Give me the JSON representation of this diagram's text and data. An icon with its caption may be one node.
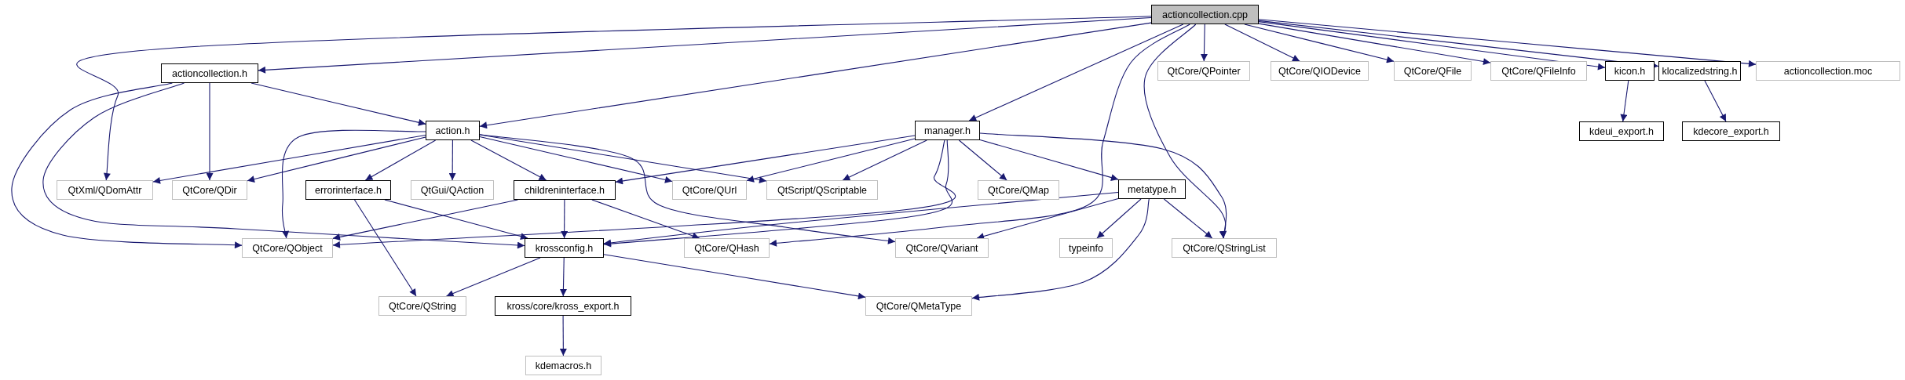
{
  "diagram": {
    "nodes": [
      {
        "text": [
          "actioncollection.cpp"
        ]
      },
      {
        "text": [
          "actioncollection.h"
        ]
      },
      {
        "text": [
          "action.h"
        ]
      },
      {
        "text": [
          "manager.h"
        ]
      },
      {
        "text": [
          "QtCore/QPointer"
        ]
      },
      {
        "text": [
          "QtCore/QIODevice"
        ]
      },
      {
        "text": [
          "QtCore/QFile"
        ]
      },
      {
        "text": [
          "QtCore/QFileInfo"
        ]
      },
      {
        "text": [
          "kicon.h"
        ]
      },
      {
        "text": [
          "klocalizedstring.h"
        ]
      },
      {
        "text": [
          "actioncollection.moc"
        ]
      },
      {
        "text": [
          "kdeui_export.h"
        ]
      },
      {
        "text": [
          "kdecore_export.h"
        ]
      },
      {
        "text": [
          "QtXml/QDomAttr"
        ]
      },
      {
        "text": [
          "QtCore/QDir"
        ]
      },
      {
        "text": [
          "errorinterface.h"
        ]
      },
      {
        "text": [
          "QtGui/QAction"
        ]
      },
      {
        "text": [
          "childreninterface.h"
        ]
      },
      {
        "text": [
          "QtCore/QUrl"
        ]
      },
      {
        "text": [
          "QtScript/QScriptable"
        ]
      },
      {
        "text": [
          "QtCore/QMap"
        ]
      },
      {
        "text": [
          "metatype.h"
        ]
      },
      {
        "text": [
          "QtCore/QObject"
        ]
      },
      {
        "text": [
          "krossconfig.h"
        ]
      },
      {
        "text": [
          "QtCore/QHash"
        ]
      },
      {
        "text": [
          "QtCore/QVariant"
        ]
      },
      {
        "text": [
          "typeinfo"
        ]
      },
      {
        "text": [
          "QtCore/QStringList"
        ]
      },
      {
        "text": [
          "QtCore/QString"
        ]
      },
      {
        "text": [
          "kross/core/kross_export.h"
        ]
      },
      {
        "text": [
          "QtCore/QMetaType"
        ]
      },
      {
        "text": [
          "kdemacros.h"
        ]
      }
    ],
    "edges": [
      {
        "from": 0,
        "to": 1,
        "arrow": "to"
      },
      {
        "from": 0,
        "to": 13,
        "arrow": "to"
      },
      {
        "from": 0,
        "to": 2,
        "arrow": "to"
      },
      {
        "from": 0,
        "to": 3,
        "arrow": "to"
      },
      {
        "from": 0,
        "to": 27,
        "arrow": "to"
      },
      {
        "from": 0,
        "to": 24,
        "arrow": "to"
      },
      {
        "from": 0,
        "to": 4,
        "arrow": "to"
      },
      {
        "from": 0,
        "to": 5,
        "arrow": "to"
      },
      {
        "from": 0,
        "to": 6,
        "arrow": "to"
      },
      {
        "from": 0,
        "to": 7,
        "arrow": "to"
      },
      {
        "from": 0,
        "to": 8,
        "arrow": "to"
      },
      {
        "from": 0,
        "to": 9,
        "arrow": "to"
      },
      {
        "from": 0,
        "to": 10,
        "arrow": "to"
      },
      {
        "from": 1,
        "to": 22,
        "arrow": "to"
      },
      {
        "from": 1,
        "to": 23,
        "arrow": "to"
      },
      {
        "from": 1,
        "to": 14,
        "arrow": "to"
      },
      {
        "from": 1,
        "to": 2,
        "arrow": "to"
      },
      {
        "from": 2,
        "to": 13,
        "arrow": "to"
      },
      {
        "from": 2,
        "to": 14,
        "arrow": "to"
      },
      {
        "from": 2,
        "to": 22,
        "arrow": "to"
      },
      {
        "from": 2,
        "to": 15,
        "arrow": "to"
      },
      {
        "from": 2,
        "to": 16,
        "arrow": "to"
      },
      {
        "from": 2,
        "to": 17,
        "arrow": "to"
      },
      {
        "from": 2,
        "to": 18,
        "arrow": "to"
      },
      {
        "from": 2,
        "to": 19,
        "arrow": "to"
      },
      {
        "from": 2,
        "to": 25,
        "arrow": "to"
      },
      {
        "from": 3,
        "to": 17,
        "arrow": "to"
      },
      {
        "from": 3,
        "to": 18,
        "arrow": "to"
      },
      {
        "from": 3,
        "to": 19,
        "arrow": "to"
      },
      {
        "from": 3,
        "to": 20,
        "arrow": "to"
      },
      {
        "from": 3,
        "to": 21,
        "arrow": "to"
      },
      {
        "from": 3,
        "to": 22,
        "arrow": "to"
      },
      {
        "from": 3,
        "to": 23,
        "arrow": "to"
      },
      {
        "from": 3,
        "to": 27,
        "arrow": "to"
      },
      {
        "from": 15,
        "to": 28,
        "arrow": "to"
      },
      {
        "from": 15,
        "to": 23,
        "arrow": "to"
      },
      {
        "from": 17,
        "to": 22,
        "arrow": "to"
      },
      {
        "from": 17,
        "to": 23,
        "arrow": "to"
      },
      {
        "from": 17,
        "to": 24,
        "arrow": "to"
      },
      {
        "from": 21,
        "to": 23,
        "arrow": "to"
      },
      {
        "from": 21,
        "to": 25,
        "arrow": "to"
      },
      {
        "from": 21,
        "to": 26,
        "arrow": "to"
      },
      {
        "from": 21,
        "to": 27,
        "arrow": "to"
      },
      {
        "from": 21,
        "to": 30,
        "arrow": "to"
      },
      {
        "from": 23,
        "to": 28,
        "arrow": "to"
      },
      {
        "from": 23,
        "to": 29,
        "arrow": "to"
      },
      {
        "from": 23,
        "to": 30,
        "arrow": "to"
      },
      {
        "from": 29,
        "to": 31,
        "arrow": "to"
      },
      {
        "from": 8,
        "to": 11,
        "arrow": "to"
      },
      {
        "from": 9,
        "to": 12,
        "arrow": "to"
      }
    ]
  }
}
